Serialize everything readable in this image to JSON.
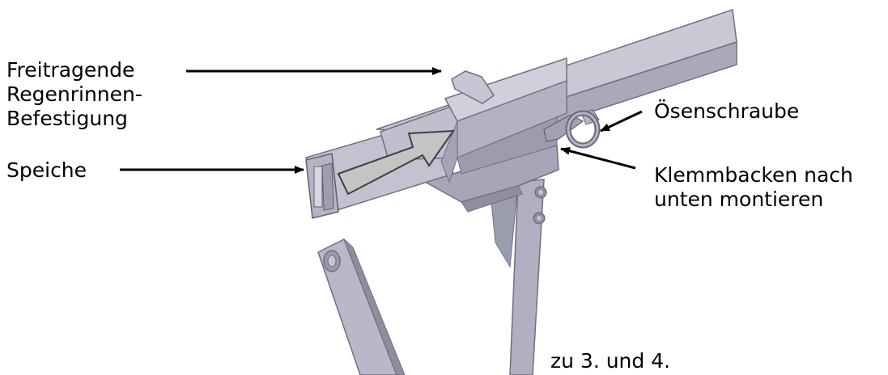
{
  "labels": {
    "gutter_mount": [
      "Freitragende",
      "Regenrinnen-",
      "Befestigung"
    ],
    "spoke": "Speiche",
    "eye_bolt": "Ösenschraube",
    "clamp_jaws": [
      "Klemmbacken nach",
      "unten montieren"
    ],
    "reference": "zu 3. und 4."
  },
  "colors": {
    "metal_light": "#c9c9d6",
    "metal_mid": "#a9a9ba",
    "metal_dark": "#8a8a9c",
    "edge": "#6f6f80",
    "insertion_arrow_fill": "#c4c4c4",
    "callout_line": "#000000"
  },
  "icons": {
    "insertion_arrow": "direction-arrow",
    "callout_arrows": "arrow-right"
  }
}
